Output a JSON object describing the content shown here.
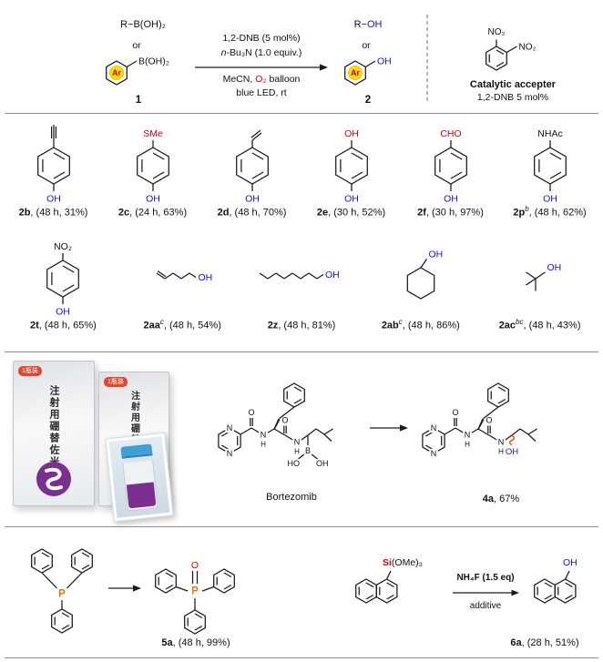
{
  "colors": {
    "oh_blue": "#1414cc",
    "highlight_red": "#d40000",
    "ar_yellow": "#ffe000",
    "brand_purple": "#7b2f8e",
    "p_orange": "#e07818"
  },
  "atoms": {
    "oh": "OH",
    "ho": "HO",
    "n": "N",
    "h": "H",
    "o": "O",
    "b": "B",
    "p": "P",
    "ar": "Ar",
    "no2": "NO₂"
  },
  "scheme": {
    "reactant_r": "R−B(OH)₂",
    "or": "or",
    "boh2": "B(OH)₂",
    "num_1": "1",
    "cond_line1": "1,2-DNB (5 mol%)",
    "cond_line2_italic": "n",
    "cond_line2": "-Bu₃N (1.0 equiv.)",
    "cond_line3_pre": "MeCN,",
    "cond_line3_o2": "O₂",
    "cond_line3_post": "balloon",
    "cond_line4": "blue LED, rt",
    "product_r": "R−",
    "num_2": "2",
    "acceptor_title": "Catalytic accepter",
    "acceptor_subtitle": "1,2-DNB 5 mol%"
  },
  "row1": [
    {
      "id": "2b",
      "sup": "",
      "yield": ", (48 h, 31%)",
      "top": ""
    },
    {
      "id": "2c",
      "sup": "",
      "yield": ", (24 h, 63%)",
      "top": "SMe"
    },
    {
      "id": "2d",
      "sup": "",
      "yield": ", (48 h, 70%)",
      "top": ""
    },
    {
      "id": "2e",
      "sup": "",
      "yield": ", (30 h, 52%)",
      "top": "OH"
    },
    {
      "id": "2f",
      "sup": "",
      "yield": ", (30 h, 97%)",
      "top": "CHO"
    },
    {
      "id": "2p",
      "sup": "b",
      "yield": ", (48 h, 62%)",
      "top": "NHAc"
    }
  ],
  "row2": [
    {
      "id": "2t",
      "sup": "",
      "yield": ", (48 h, 65%)",
      "top": "NO₂"
    },
    {
      "id": "2aa",
      "sup": "c",
      "yield": ", (48 h, 54%)"
    },
    {
      "id": "2z",
      "sup": "",
      "yield": ", (48 h, 81%)"
    },
    {
      "id": "2ab",
      "sup": "c",
      "yield": ", (48 h, 86%)"
    },
    {
      "id": "2ac",
      "sup": "bc",
      "yield": ", (48 h, 43%)"
    }
  ],
  "bortezomib": {
    "name": "Bortezomib",
    "product_id": "4a",
    "product_yield": ", 67%"
  },
  "photo": {
    "box_text": "注射用硼替佐米",
    "tag": "1瓶装"
  },
  "bottom": {
    "label5_id": "5a",
    "label5_yield": ", (48 h, 99%)",
    "si": "Si",
    "si_rest": "(OMe)₃",
    "cond_top": "NH₄F (1.5 eq)",
    "cond_bottom": "additive",
    "label6_id": "6a",
    "label6_yield": ", (28 h, 51%)"
  }
}
